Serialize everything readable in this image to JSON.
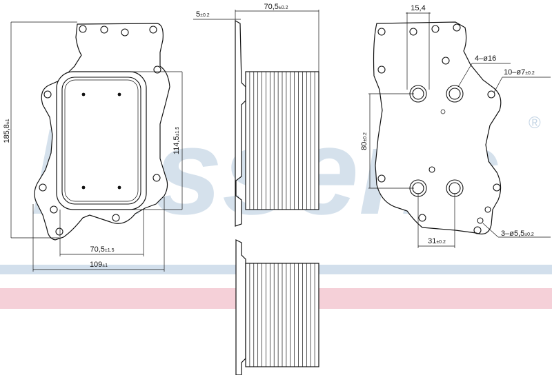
{
  "watermark": {
    "brand": "Nissens",
    "registered": "®",
    "stripe_blue": "#d2dfec",
    "stripe_red": "#f5d0d8"
  },
  "dimensions": {
    "height_total": {
      "value": "185,8",
      "tol": "±1"
    },
    "core_height": {
      "value": "114,5",
      "tol": "±1.5"
    },
    "core_width": {
      "value": "70,5",
      "tol": "±1.5"
    },
    "total_width": {
      "value": "109",
      "tol": "±1"
    },
    "flange_thickness": {
      "value": "5",
      "tol": "±0.2"
    },
    "depth": {
      "value": "70,5",
      "tol": "±0.2"
    },
    "hole_offset": {
      "value": "15,4",
      "tol": ""
    },
    "port_holes": {
      "value": "4–ø16",
      "tol": ""
    },
    "bolt_holes": {
      "value": "10–ø7",
      "tol": "±0.2"
    },
    "port_spacing_v": {
      "value": "80",
      "tol": "±0.2"
    },
    "port_spacing_h": {
      "value": "31",
      "tol": "±0.2"
    },
    "small_holes": {
      "value": "3–ø5,5",
      "tol": "±0.2"
    }
  }
}
